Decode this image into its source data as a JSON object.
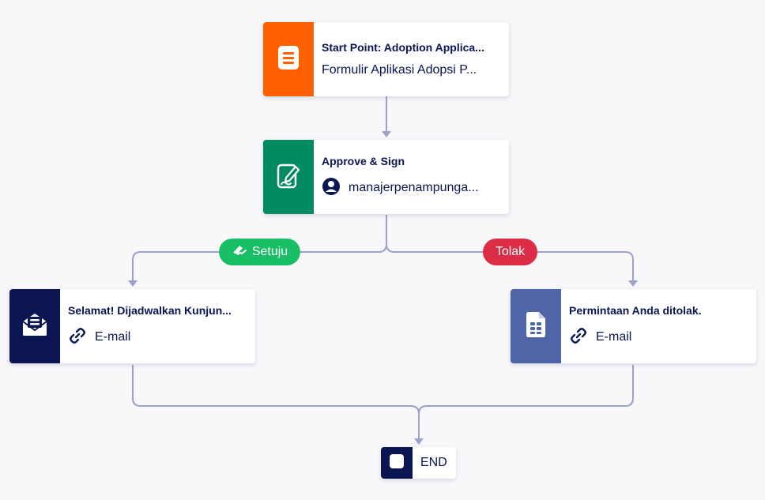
{
  "colors": {
    "connector": "#9da1c9",
    "start_icon_bg": "#ff6100",
    "approve_icon_bg": "#008a62",
    "email_icon_bg": "#0a1551",
    "reject_icon_bg": "#5065a8",
    "approve_badge": "#18bf65",
    "reject_badge": "#dc2c46"
  },
  "nodes": {
    "start": {
      "title": "Start Point: Adoption Applica...",
      "subtitle": "Formulir Aplikasi Adopsi P...",
      "icon": "form-icon"
    },
    "approve": {
      "title": "Approve & Sign",
      "assignee": "manajerpenampunga...",
      "icon": "approve-sign-icon",
      "assignee_icon": "user-icon"
    },
    "approved_email": {
      "title": "Selamat! Dijadwalkan Kunjun...",
      "subtitle": "E-mail",
      "icon": "email-icon",
      "subtitle_icon": "link-icon"
    },
    "rejected_email": {
      "title": "Permintaan Anda ditolak.",
      "subtitle": "E-mail",
      "icon": "document-icon",
      "subtitle_icon": "link-icon"
    },
    "end": {
      "label": "END",
      "icon": "stop-icon"
    }
  },
  "branches": {
    "approve_label": "Setuju",
    "reject_label": "Tolak"
  }
}
